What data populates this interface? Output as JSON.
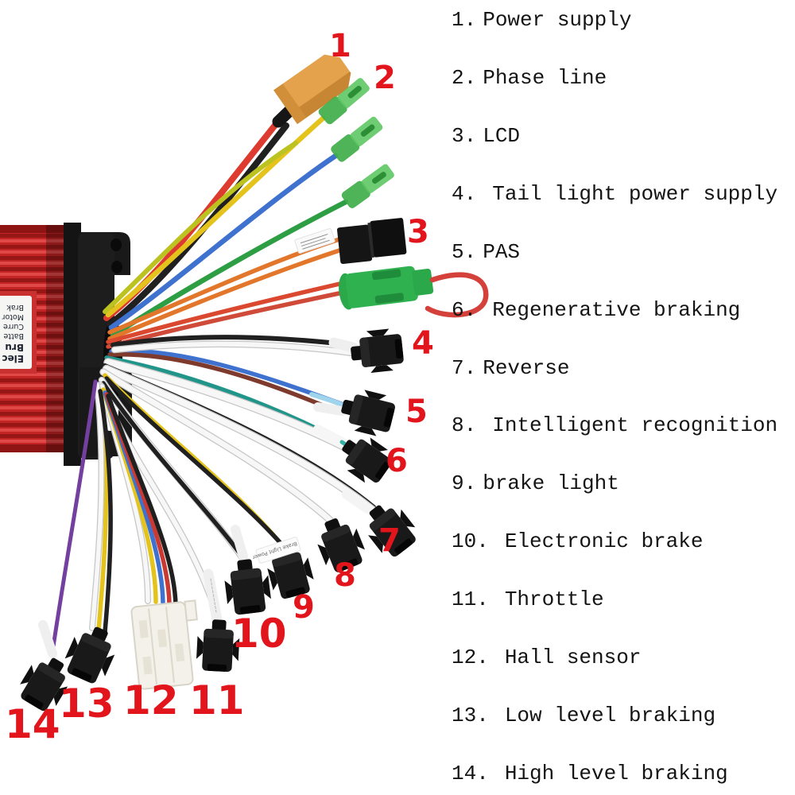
{
  "figure": {
    "subject": "Brushless motor controller with numbered wiring connectors",
    "accent_color": "#e3151c",
    "controller_body_color": "#c32424",
    "legend_text_color": "#141414"
  },
  "controller": {
    "label_lines": [
      "Elec",
      "Bru",
      "Batte",
      "Curre",
      "Motor",
      "Brak"
    ]
  },
  "wire_tag": {
    "text": "Brake Light Power"
  },
  "callouts": [
    {
      "number": "1"
    },
    {
      "number": "2"
    },
    {
      "number": "3"
    },
    {
      "number": "4"
    },
    {
      "number": "5"
    },
    {
      "number": "6"
    },
    {
      "number": "7"
    },
    {
      "number": "8"
    },
    {
      "number": "9"
    },
    {
      "number": "10"
    },
    {
      "number": "11"
    },
    {
      "number": "12"
    },
    {
      "number": "13"
    },
    {
      "number": "14"
    }
  ],
  "legend": {
    "items": [
      {
        "num": "1.",
        "label": "Power supply"
      },
      {
        "num": "2.",
        "label": "Phase line"
      },
      {
        "num": "3.",
        "label": "LCD"
      },
      {
        "num": "4.",
        "label": "Tail light power supply"
      },
      {
        "num": "5.",
        "label": "PAS"
      },
      {
        "num": "6.",
        "label": "Regenerative braking"
      },
      {
        "num": "7.",
        "label": "Reverse"
      },
      {
        "num": "8.",
        "label": "Intelligent recognition"
      },
      {
        "num": "9.",
        "label": "brake light"
      },
      {
        "num": "10.",
        "label": "Electronic brake"
      },
      {
        "num": "11.",
        "label": "Throttle"
      },
      {
        "num": "12.",
        "label": "Hall sensor"
      },
      {
        "num": "13.",
        "label": "Low level braking"
      },
      {
        "num": "14.",
        "label": "High level braking"
      }
    ]
  }
}
